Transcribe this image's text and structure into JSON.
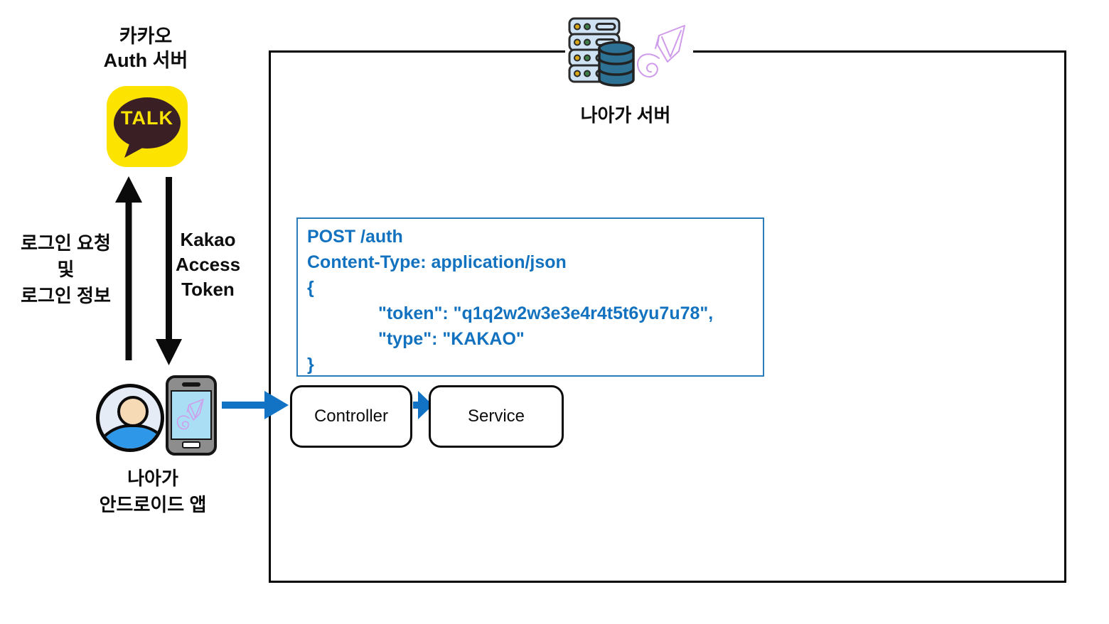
{
  "colors": {
    "accent_blue": "#1273c4",
    "code_blue": "#1272bf",
    "kakao_yellow": "#fce300",
    "kakao_brown": "#3a2025",
    "logo_purple": "#cf9bea",
    "db_blue": "#2d7294"
  },
  "kakao_auth": {
    "title_line1": "카카오",
    "title_line2": "Auth 서버",
    "icon_text": "TALK"
  },
  "flow": {
    "login_request": {
      "line1": "로그인 요청",
      "line2": "및",
      "line3": "로그인 정보"
    },
    "access_token": {
      "line1": "Kakao",
      "line2": "Access",
      "line3": "Token"
    }
  },
  "client": {
    "label_line1": "나아가",
    "label_line2": "안드로이드 앱"
  },
  "server": {
    "label": "나아가 서버",
    "request": {
      "lines": [
        "POST /auth",
        "Content-Type: application/json",
        "{",
        "\"token\": \"q1q2w2w3e3e4r4t5t6yu7u78\",",
        "\"type\": \"KAKAO\"",
        "}"
      ]
    },
    "components": {
      "controller": "Controller",
      "service": "Service"
    }
  }
}
